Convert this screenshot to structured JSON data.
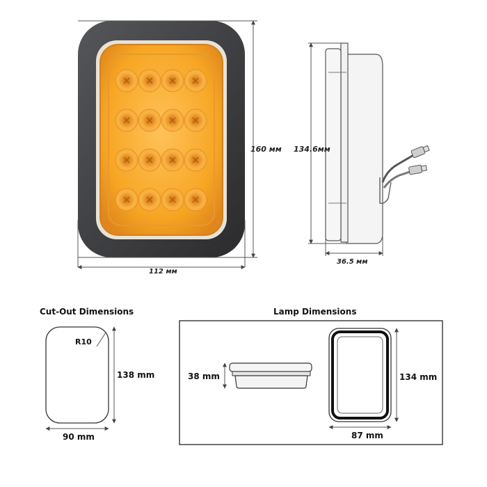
{
  "top": {
    "width_label": "112 мм",
    "height_label": "160 мм",
    "lens_height_label": "134.6мм",
    "depth_label": "36.5 мм",
    "led_grid": {
      "rows": 4,
      "cols": 4
    }
  },
  "cutout": {
    "title": "Cut-Out Dimensions",
    "radius_label": "R10",
    "height_label": "138 mm",
    "width_label": "90 mm"
  },
  "lamp": {
    "title": "Lamp Dimensions",
    "depth_label": "38 mm",
    "height_label": "134 mm",
    "width_label": "87 mm"
  },
  "colors": {
    "amber": "#f7a623",
    "amber_dark": "#d9841a",
    "grommet": "#3d3d3f",
    "line": "#444444"
  }
}
